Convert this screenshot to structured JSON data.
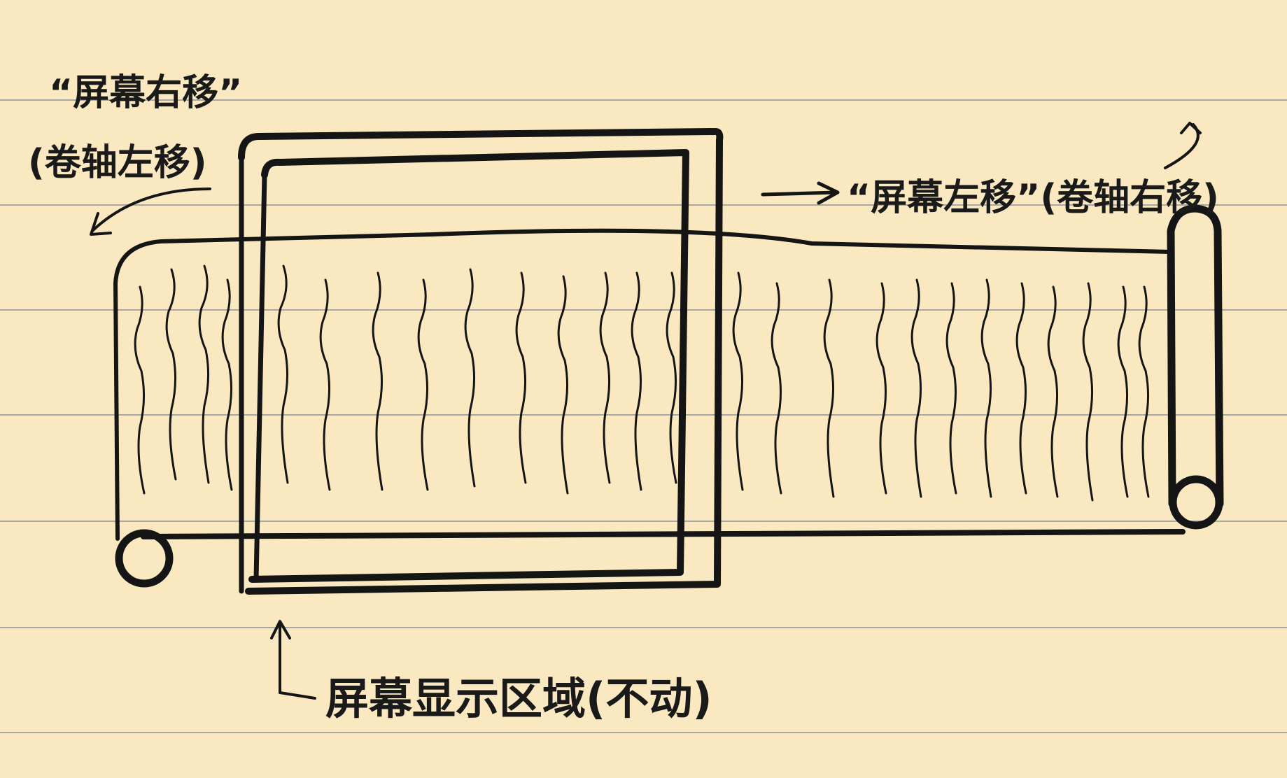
{
  "labels": {
    "screen_right_line1": "“屏幕右移”",
    "screen_right_line2": "(卷轴左移)",
    "screen_left": "“屏幕左移”(卷轴右移)",
    "screen_area": "屏幕显示区域(不动)"
  },
  "colors": {
    "paper": "#f9e8c0",
    "ruled_line": "#a9a7a4",
    "ink": "#151515"
  },
  "icons": {
    "scroll_left_roller": "circle-roller",
    "scroll_right_roller": "cylinder-roller",
    "arrows": [
      "curved-arrow-left",
      "straight-arrow-right",
      "curved-arrow-up-right",
      "arrow-up"
    ]
  }
}
